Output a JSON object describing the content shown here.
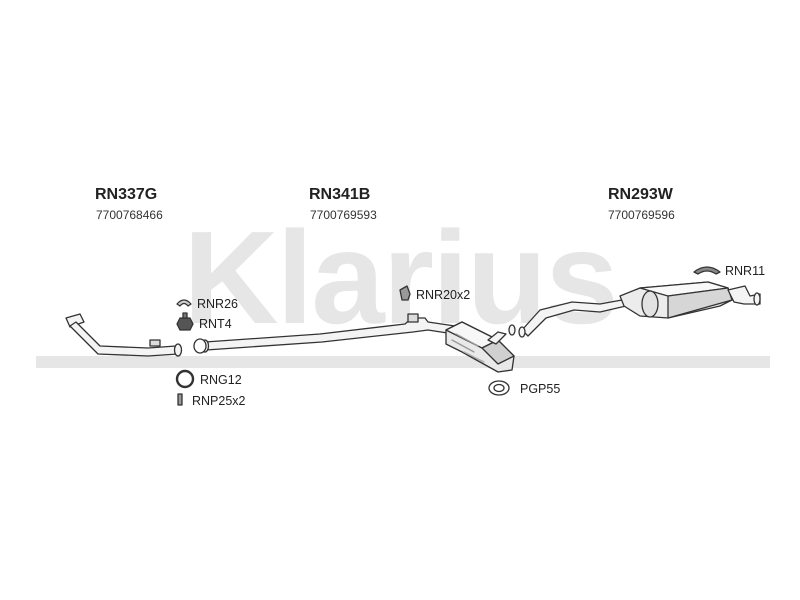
{
  "watermark": {
    "text": "Klarius"
  },
  "parts": [
    {
      "code": "RN337G",
      "number": "7700768466"
    },
    {
      "code": "RN341B",
      "number": "7700769593"
    },
    {
      "code": "RN293W",
      "number": "7700769596"
    }
  ],
  "fittings": {
    "rnr26": "RNR26",
    "rnt4": "RNT4",
    "rng12": "RNG12",
    "rnp25": "RNP25x2",
    "rnr20": "RNR20x2",
    "pgp55": "PGP55",
    "rnr11": "RNR11"
  }
}
